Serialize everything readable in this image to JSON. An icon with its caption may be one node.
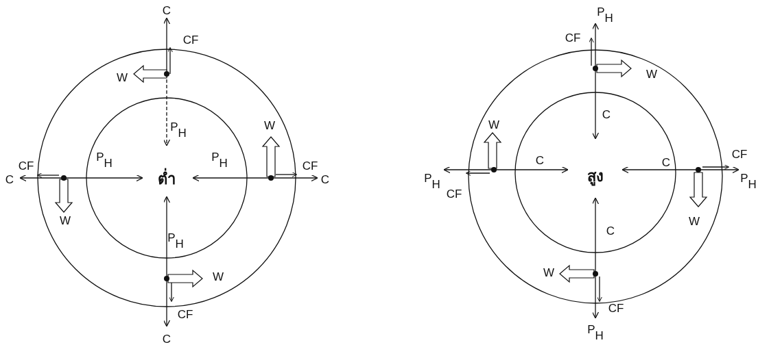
{
  "diagram": {
    "labels": [
      "C",
      "CF",
      "W",
      "P$_{H}$",
      "W",
      "P$_{H}$",
      "P$_{H}$",
      "CF",
      "ต่ำ",
      "CF",
      "C",
      "C",
      "W",
      "P$_{H}$",
      "W",
      "CF",
      "C",
      "P$_{H}$",
      "CF",
      "W",
      "C",
      "W",
      "C",
      "C",
      "CF",
      "P$_{H}$",
      "สูง",
      "P$_{H}$",
      "CF",
      "W",
      "C",
      "W",
      "CF",
      "P$_{H}$"
    ]
  }
}
